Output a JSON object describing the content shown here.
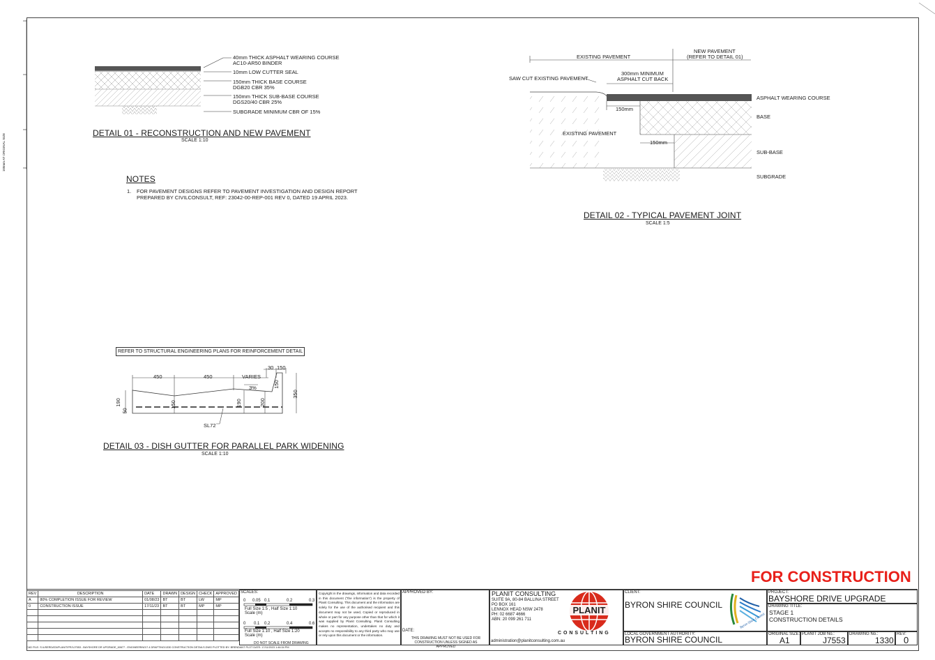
{
  "sheet": {
    "side_note": "100mm AT ORIGINAL SIZE",
    "cad_file": "CAD FILE: S:\\USERDATA\\PLANIT\\PRJ\\J7553 - BAYSHORE DR UPGRADE_60677 - ENGINEERING\\7.4 DRAFTING\\1330 CONSTRUCTION DETAILS.DWG PLOTTED BY: BRENDANT  PLOT DATE: 17/11/2023 1:46:34 PM",
    "status": "FOR CONSTRUCTION"
  },
  "detail01": {
    "title": "DETAIL 01 - RECONSTRUCTION AND NEW PAVEMENT",
    "scale": "SCALE 1:10",
    "labels": [
      "40mm THICK ASPHALT WEARING COURSE",
      "AC10-AR50 BINDER",
      "10mm LOW CUTTER SEAL",
      "150mm THICK BASE COURSE",
      "DGB20 CBR 35%",
      "150mm THICK SUB-BASE COURSE",
      "DGS20/40 CBR 25%",
      "SUBGRADE MINIMUM CBR OF 15%"
    ]
  },
  "notes": {
    "heading": "NOTES",
    "items": [
      {
        "num": "1.",
        "line1": "FOR PAVEMENT DESIGNS REFER TO PAVEMENT INVESTIGATION AND DESIGN REPORT",
        "line2": "PREPARED BY CIVILCONSULT, REF: 23042-00-REP-001 REV 0, DATED 19 APRIL 2023."
      }
    ]
  },
  "detail02": {
    "title": "DETAIL 02 - TYPICAL PAVEMENT JOINT",
    "scale": "SCALE 1:5",
    "existing_pavement_top": "EXISTING PAVEMENT",
    "new_pavement": "NEW PAVEMENT",
    "new_pavement_ref": "(REFER TO DETAIL 01)",
    "saw_cut": "SAW CUT EXISTING PAVEMENT",
    "min_cut1": "300mm MINIMUM",
    "min_cut2": "ASPHALT CUT BACK",
    "dim_150_a": "150mm",
    "dim_150_b": "150mm",
    "existing_pavement_mid": "EXISTING PAVEMENT",
    "asphalt": "ASPHALT WEARING COURSE",
    "base": "BASE",
    "subbase": "SUB-BASE",
    "subgrade": "SUBGRADE"
  },
  "detail03": {
    "title": "DETAIL 03 - DISH GUTTER FOR PARALLEL PARK WIDENING",
    "scale": "SCALE 1:10",
    "note": "REFER TO STRUCTURAL ENGINEERING PLANS FOR REINFORCEMENT DETAIL",
    "dims": {
      "d450a": "450",
      "d450b": "450",
      "varies": "VARIES",
      "d30": "30",
      "d150t": "150",
      "slope": "3%",
      "d150v": "150",
      "d350": "350",
      "d190a": "190",
      "d50": "50",
      "d150b": "150",
      "d190b": "190",
      "d200": "200",
      "sl": "SL72"
    }
  },
  "titleblock": {
    "rev_headers": [
      "REV",
      "DESCRIPTION",
      "DATE",
      "DRAWN",
      "DESIGN",
      "CHECK",
      "APPROVED"
    ],
    "rev_rows": [
      [
        "A",
        "80% COMPLETION ISSUE FOR REVIEW",
        "01/08/23",
        "BT",
        "BT",
        "LW",
        "MP"
      ],
      [
        "0",
        "CONSTRUCTION ISSUE",
        "17/11/23",
        "BT",
        "BT",
        "MP",
        "MP"
      ]
    ],
    "scales_label": "SCALES:",
    "scale1_ticks": [
      "0",
      "0.05",
      "0.1",
      "0.2",
      "0.3"
    ],
    "scale1_text": "Full Size 1:5 , Half Size 1:10",
    "scale1_unit": "Scale (m)",
    "scale2_ticks": [
      "0",
      "0.1",
      "0.2",
      "0.4",
      "0.6"
    ],
    "scale2_text": "Full Size 1:10 , Half Size 1:20",
    "scale2_unit": "Scale (m)",
    "do_not_scale": "DO NOT SCALE FROM DRAWING",
    "copyright": "Copyright in the drawings, information and data recorded in this document (\"the information\") is the property of Planit Consulting. This document and the information are solely for the use of the authorised recipient and this document may not be used, Copied or reproduced in whole or part for any purpose other than that for which it was supplied by Planit Consulting. Planit Consulting makes no representation, undertakes no duty and accepts no responsibility to any third party who may use or rely upon this document or the information.",
    "approved_by": "APPROVED BY:",
    "date_label": "DATE:",
    "not_valid": "THIS DRAWING MUST NOT BE USED FOR CONSTRUCTION UNLESS SIGNED AS APPROVED",
    "company": "PLANIT CONSULTING",
    "address": [
      "SUITE 9A, 80-84 BALLINA STREET",
      "PO BOX 161",
      "LENNOX HEAD NSW 2478",
      "PH: 02 6687 4666",
      "ABN: 20 099 261 711"
    ],
    "email": "administration@planitconsulting.com.au",
    "logo_word": "PLANIT",
    "logo_sub": "C O N S U L T I N G",
    "client_label": "CLIENT:",
    "client": "BYRON SHIRE COUNCIL",
    "lga_label": "LOCAL GOVERNMENT AUTHORITY:",
    "lga": "BYRON SHIRE COUNCIL",
    "council_logo_text": "Byron Shire Council",
    "project_label": "PROJECT:",
    "project": "BAYSHORE DRIVE UPGRADE",
    "drawing_title_label": "DRAWING TITLE:",
    "drawing_title1": "STAGE 1",
    "drawing_title2": "CONSTRUCTION DETAILS",
    "orig_size_label": "ORIGINAL SIZE:",
    "orig_size": "A1",
    "job_label": "PLANIT JOB No.:",
    "job": "J7553",
    "dwg_label": "DRAWING No.:",
    "dwg": "1330",
    "rev_label": "REV:",
    "rev": "0"
  },
  "colors": {
    "status_red": "#e8201a",
    "logo_red": "#d92b1c",
    "asphalt": "#555555"
  }
}
